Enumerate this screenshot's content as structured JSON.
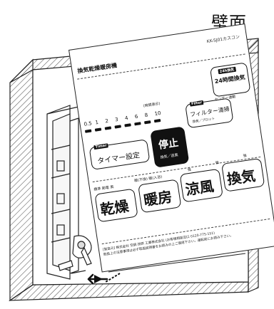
{
  "wall_label": "壁面",
  "panel": {
    "model": "KK-SJ01カスコン",
    "title": "換気乾燥暖房機",
    "timer_note": "(時間表示)",
    "timer_scale": [
      "0.5",
      "1",
      "2",
      "3",
      "4",
      "6",
      "8",
      "10"
    ],
    "stop_label": "停止",
    "stop_sub": "換気／送風",
    "timer_tag": "Timer",
    "timer_button": "タイマー設定",
    "filter_tag": "Filter",
    "filter_button": "フィルター清掃",
    "filter_sub": "換気／プロット",
    "vent24_top": "24h換気",
    "vent24_button": "24時間換気",
    "vent24_note": "センサー連動",
    "mode_captions": [
      "標準 節電 風",
      "暖(不換) 暖(入浴)",
      "強",
      "強",
      "強"
    ],
    "mode_buttons": [
      "乾燥",
      "暖房",
      "涼風",
      "換気"
    ],
    "footer_lines": [
      "[製造元] 株式会社 空調 技研 工業株式会社 (お客様相談窓口 0120-775-151)",
      "取扱上の注意事項は必ず取扱説明書をお読みの上ご使用下さい。運転前にお読み下さい。"
    ]
  },
  "colors": {
    "line": "#111111",
    "hatch": "#555555",
    "background": "#ffffff"
  }
}
